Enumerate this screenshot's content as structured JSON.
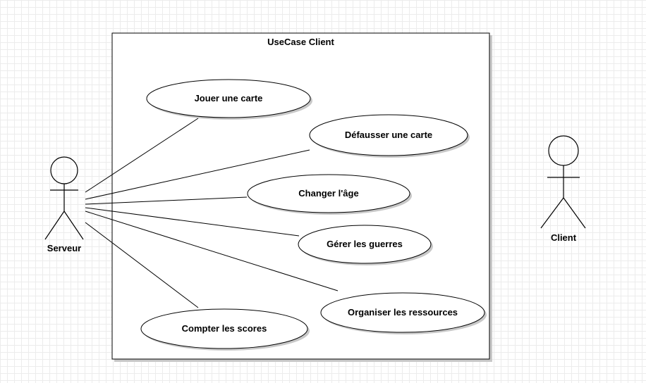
{
  "system": {
    "title": "UseCase Client"
  },
  "actors": [
    {
      "id": "serveur",
      "label": "Serveur"
    },
    {
      "id": "client",
      "label": "Client"
    }
  ],
  "use_cases": [
    {
      "id": "jouer",
      "label": "Jouer une carte"
    },
    {
      "id": "defausser",
      "label": "Défausser une carte"
    },
    {
      "id": "changer",
      "label": "Changer l'âge"
    },
    {
      "id": "gerer",
      "label": "Gérer les guerres"
    },
    {
      "id": "organiser",
      "label": "Organiser les ressources"
    },
    {
      "id": "compter",
      "label": "Compter les scores"
    }
  ],
  "associations": [
    {
      "actor": "serveur",
      "use_case": "jouer"
    },
    {
      "actor": "serveur",
      "use_case": "defausser"
    },
    {
      "actor": "serveur",
      "use_case": "changer"
    },
    {
      "actor": "serveur",
      "use_case": "gerer"
    },
    {
      "actor": "serveur",
      "use_case": "organiser"
    },
    {
      "actor": "serveur",
      "use_case": "compter"
    }
  ]
}
